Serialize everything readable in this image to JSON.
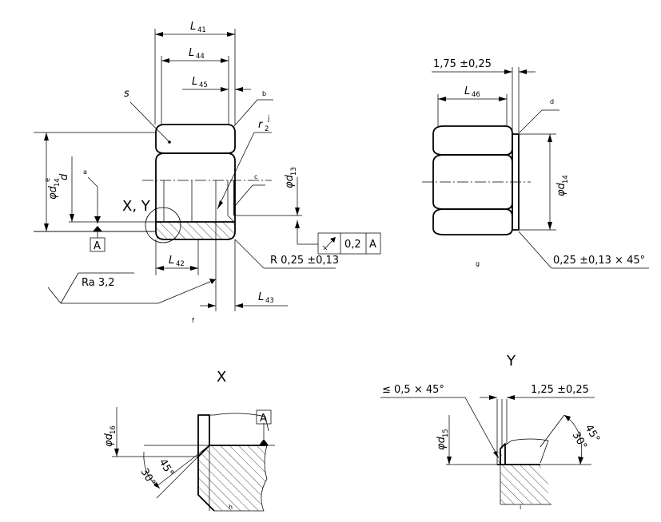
{
  "main_view": {
    "L41": "L",
    "L41_sub": "41",
    "L44": "L",
    "L44_sub": "44",
    "L45": "L",
    "L45_sub": "45",
    "L42": "L",
    "L42_sub": "42",
    "L43": "L",
    "L43_sub": "43",
    "s": "s",
    "b": "b",
    "c": "c",
    "a": "a",
    "f": "f",
    "r2": "r",
    "r2_sub": "2",
    "r2_sup": "j",
    "d": "d",
    "d14": "φd",
    "d14_sub": "14",
    "d14_sup": "e",
    "d13": "φd",
    "d13_sub": "13",
    "xy": "X, Y",
    "datum": "A",
    "tol_value": "0,2",
    "tol_datum": "A",
    "radius": "R 0,25 ±0,13",
    "roughness": "Ra 3,2"
  },
  "side_view": {
    "top_dim": "1,75 ±0,25",
    "L46": "L",
    "L46_sub": "46",
    "d": "d",
    "d14": "φd",
    "d14_sub": "14",
    "chamfer": "0,25 ±0,13 × 45°",
    "g": "g"
  },
  "detail_x": {
    "title": "X",
    "d16": "φd",
    "d16_sub": "16",
    "datum": "A",
    "angle_45": "45°",
    "angle_30": "30°",
    "h": "h"
  },
  "detail_y": {
    "title": "Y",
    "chamfer": "≤ 0,5 × 45°",
    "dim": "1,25 ±0,25",
    "d15": "φd",
    "d15_sub": "15",
    "angle_45": "45°",
    "angle_30": "30°",
    "i": "i"
  }
}
